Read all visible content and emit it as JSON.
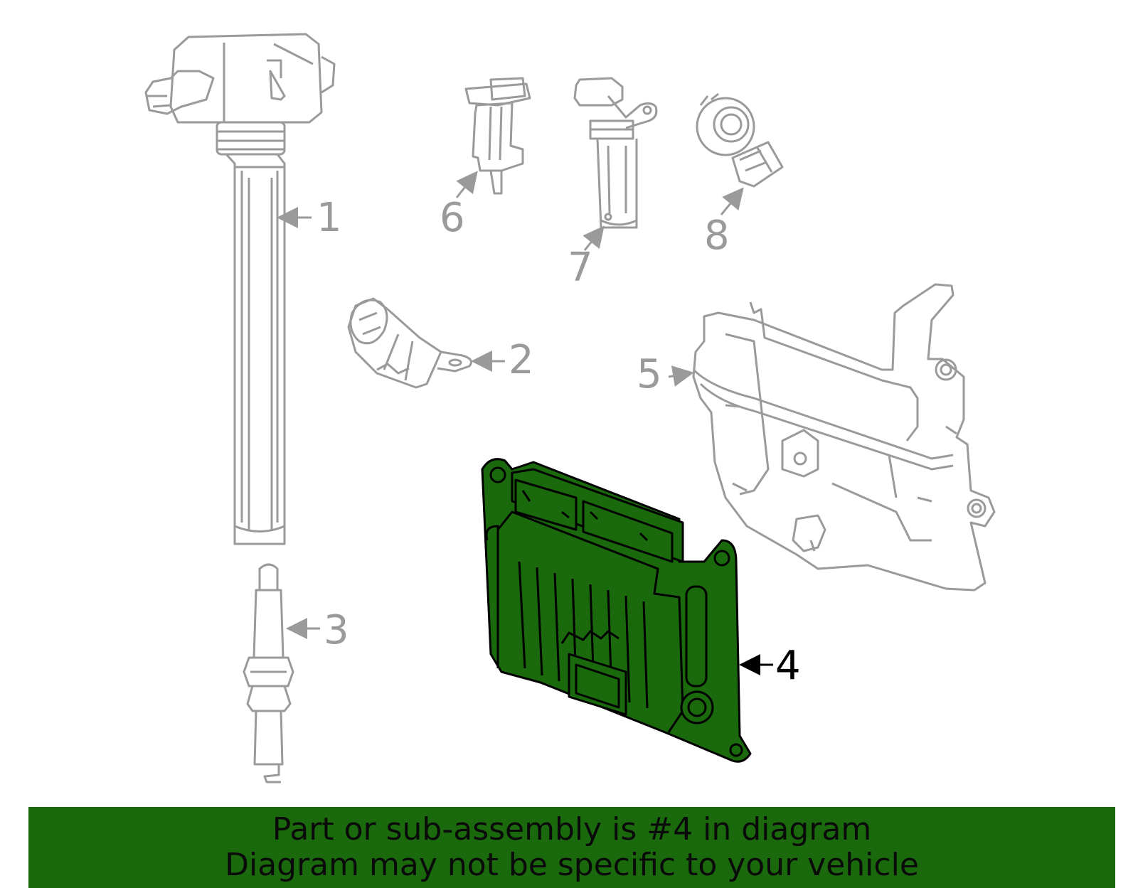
{
  "callouts": {
    "c1": "1",
    "c2": "2",
    "c3": "3",
    "c4": "4",
    "c5": "5",
    "c6": "6",
    "c7": "7",
    "c8": "8"
  },
  "banner": {
    "line1": "Part or sub-assembly is #4 in diagram",
    "line2": "Diagram may not be specific to your vehicle"
  },
  "colors": {
    "part_outline": "#9a9a9a",
    "highlight_fill": "#1a6a0d",
    "highlight_outline": "#000000",
    "banner_bg": "#1a6a0d"
  }
}
